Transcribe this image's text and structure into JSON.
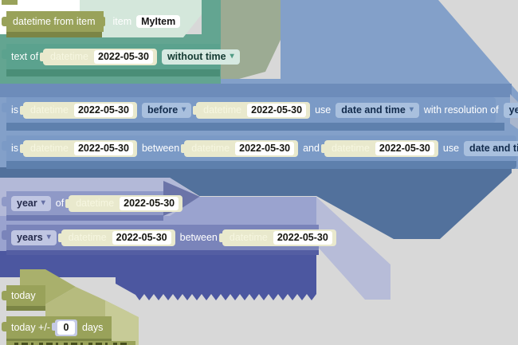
{
  "colors": {
    "background": "#d8d8d8",
    "olive_block": "#99a25a",
    "teal_block": "#5ba28e",
    "blue_block": "#7b9ac6",
    "lavender_block": "#8f99c7",
    "indigo_block": "#7a84ba",
    "cream_datetime_block": "#e9e9cd",
    "navy_silhouette": "#4c57a0"
  },
  "icons": {
    "dropdown_arrow": "▾"
  },
  "blocks": {
    "datetime_from_item": {
      "label": "datetime from item",
      "item_label": "item",
      "item_value": "MyItem"
    },
    "text_of": {
      "label": "text of",
      "dt": {
        "label": "datetime",
        "value": "2022-05-30"
      },
      "mode": "without time"
    },
    "is_before": {
      "is": "is",
      "dt1": {
        "label": "datetime",
        "value": "2022-05-30"
      },
      "op": "before",
      "dt2": {
        "label": "datetime",
        "value": "2022-05-30"
      },
      "use_label": "use",
      "use_value": "date and time",
      "resolution_label": "with resolution of",
      "resolution_value": "years"
    },
    "is_between": {
      "is": "is",
      "dt1": {
        "label": "datetime",
        "value": "2022-05-30"
      },
      "between_label": "between",
      "dt2": {
        "label": "datetime",
        "value": "2022-05-30"
      },
      "and_label": "and",
      "dt3": {
        "label": "datetime",
        "value": "2022-05-30"
      },
      "use_label": "use",
      "use_value": "date and time"
    },
    "year_of": {
      "unit": "year",
      "of_label": "of",
      "dt": {
        "label": "datetime",
        "value": "2022-05-30"
      }
    },
    "years_between": {
      "unit": "years",
      "dt1": {
        "label": "datetime",
        "value": "2022-05-30"
      },
      "between_label": "between",
      "dt2": {
        "label": "datetime",
        "value": "2022-05-30"
      }
    },
    "today": {
      "label": "today"
    },
    "today_plus_minus": {
      "label": "today +/-",
      "value": "0",
      "suffix": "days"
    }
  }
}
